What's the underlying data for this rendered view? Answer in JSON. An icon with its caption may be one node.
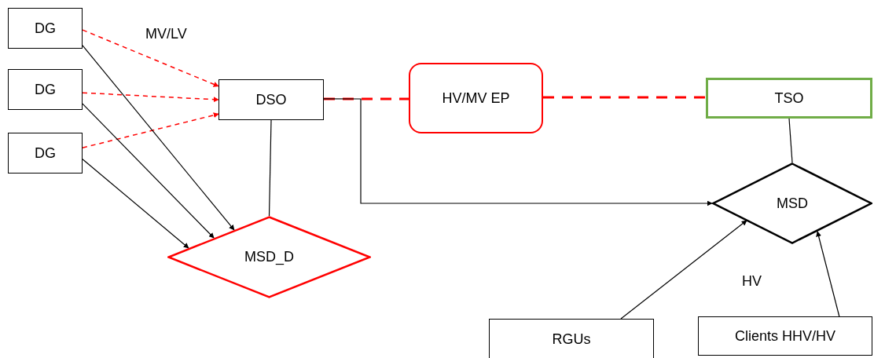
{
  "diagram": {
    "nodes": [
      {
        "text": [
          "DG"
        ]
      },
      {
        "text": [
          "DG"
        ]
      },
      {
        "text": [
          "DG"
        ]
      },
      {
        "text": [
          "DSO"
        ]
      },
      {
        "text": [
          "HV/MV EP"
        ]
      },
      {
        "text": [
          "TSO"
        ]
      },
      {
        "text": [
          "MSD_D"
        ]
      },
      {
        "text": [
          "MSD"
        ]
      },
      {
        "text": [
          "RGUs"
        ]
      },
      {
        "text": [
          "Clients HHV/HV"
        ]
      }
    ],
    "edges": [
      {
        "from": 0,
        "to": 3,
        "arrow": "to",
        "style": "dashed",
        "color": "#ff0000"
      },
      {
        "from": 1,
        "to": 3,
        "arrow": "to",
        "style": "dashed",
        "color": "#ff0000"
      },
      {
        "from": 2,
        "to": 3,
        "arrow": "to",
        "style": "dashed",
        "color": "#ff0000"
      },
      {
        "from": 0,
        "to": 6,
        "arrow": "to"
      },
      {
        "from": 1,
        "to": 6,
        "arrow": "to"
      },
      {
        "from": 2,
        "to": 6,
        "arrow": "to"
      },
      {
        "from": 3,
        "to": 6,
        "arrow": "none"
      },
      {
        "from": 3,
        "to": 4,
        "arrow": "none",
        "style": "dashed",
        "color": "#ff0000"
      },
      {
        "from": 4,
        "to": 5,
        "arrow": "none",
        "style": "dashed",
        "color": "#ff0000"
      },
      {
        "from": 3,
        "to": 7,
        "arrow": "to"
      },
      {
        "from": 5,
        "to": 7,
        "arrow": "none"
      },
      {
        "from": 8,
        "to": 7,
        "arrow": "to"
      },
      {
        "from": 9,
        "to": 7,
        "arrow": "to"
      }
    ],
    "labels": [
      "MV/LV",
      "HV"
    ]
  }
}
